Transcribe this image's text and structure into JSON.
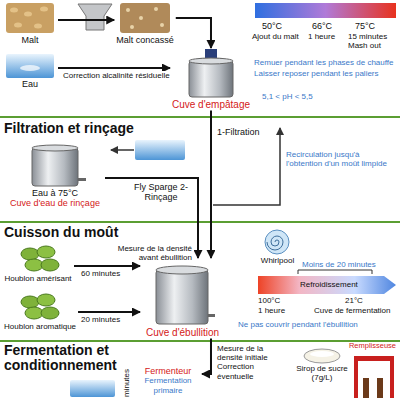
{
  "diagram": {
    "nodes": [
      {
        "text": [
          "Malt"
        ]
      },
      {
        "text": [
          "Malt concassé"
        ]
      },
      {
        "text": [
          "Eau"
        ]
      },
      {
        "text": [
          "Cuve d'empâtage"
        ]
      },
      {
        "text": [
          "Eau à 75°C",
          "Cuve d'eau de rinçage"
        ]
      },
      {
        "text": [
          "Houblon amérisant"
        ]
      },
      {
        "text": [
          "Houblon aromatique"
        ]
      },
      {
        "text": [
          "Cuve d'ébullition"
        ]
      },
      {
        "text": [
          "Whirlpool"
        ]
      },
      {
        "text": [
          "Fermenteur",
          "Fermentation primaire"
        ]
      },
      {
        "text": [
          "Sirop de sucre (7g/L)"
        ]
      },
      {
        "text": [
          "Remplisseuse"
        ]
      }
    ],
    "edges": [
      {
        "from": 0,
        "to": 1,
        "arrow": "to"
      },
      {
        "from": 1,
        "to": 3,
        "arrow": "to"
      },
      {
        "from": 2,
        "to": 3,
        "arrow": "to",
        "label": "Correction alcalinité résiduelle"
      },
      {
        "from": 3,
        "to": 7,
        "arrow": "to",
        "label": "1-Filtration"
      },
      {
        "from": 4,
        "to": 7,
        "arrow": "to",
        "label": "Fly Sparge 2-Rinçage"
      },
      {
        "from": 5,
        "to": 7,
        "arrow": "to",
        "label": "60 minutes"
      },
      {
        "from": 6,
        "to": 7,
        "arrow": "to",
        "label": "20 minutes"
      },
      {
        "from": 7,
        "to": 9,
        "arrow": "to",
        "label": "Mesure de la densité initiale Correction éventuelle"
      }
    ],
    "labels": [
      "Filtration et rinçage",
      "Cuisson du moût",
      "Fermentation et conditionnement",
      "50°C",
      "66°C",
      "75°C",
      "Ajout du malt",
      "1 heure",
      "15 minutes Mash out",
      "Remuer pendant les phases de chauffe",
      "Laisser reposer pendant les paliers",
      "5,1 < pH < 5,5",
      "Recirculation jusqu'à l'obtention d'un moût limpide",
      "Mesure de la densité avant ébullition",
      "Moins de 20 minutes",
      "Refroidissement",
      "100°C",
      "1 heure",
      "21°C",
      "Cuve de fermentation",
      "Ne pas couvrir pendant l'ébullition",
      "minutes"
    ]
  }
}
